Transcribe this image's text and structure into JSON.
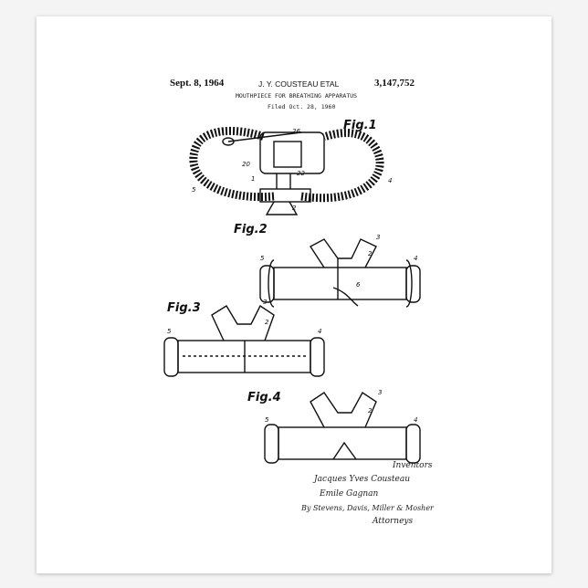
{
  "header": {
    "date": "Sept. 8, 1964",
    "inventor": "J. Y. COUSTEAU ETAL",
    "patent_number": "3,147,752",
    "title": "MOUTHPIECE FOR BREATHING APPARATUS",
    "filed": "Filed Oct. 28, 1960"
  },
  "figures": {
    "fig1": "Fig.1",
    "fig2": "Fig.2",
    "fig3": "Fig.3",
    "fig4": "Fig.4"
  },
  "signatures": {
    "label": "Inventors",
    "name1": "Jacques Yves Cousteau",
    "name2": "Emile Gagnan",
    "attorney": "By Stevens, Davis, Miller & Mosher",
    "attorney_label": "Attorneys"
  }
}
